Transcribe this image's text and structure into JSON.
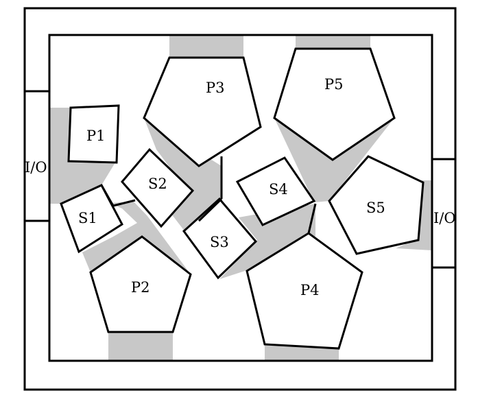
{
  "labels": {
    "p1": "P1",
    "p2": "P2",
    "p3": "P3",
    "p4": "P4",
    "p5": "P5",
    "s1": "S1",
    "s2": "S2",
    "s3": "S3",
    "s4": "S4",
    "s5": "S5",
    "io_left": "I/O",
    "io_right": "I/O"
  },
  "colors": {
    "shade": "#c8c8c8",
    "line": "#000000",
    "background": "#ffffff"
  }
}
